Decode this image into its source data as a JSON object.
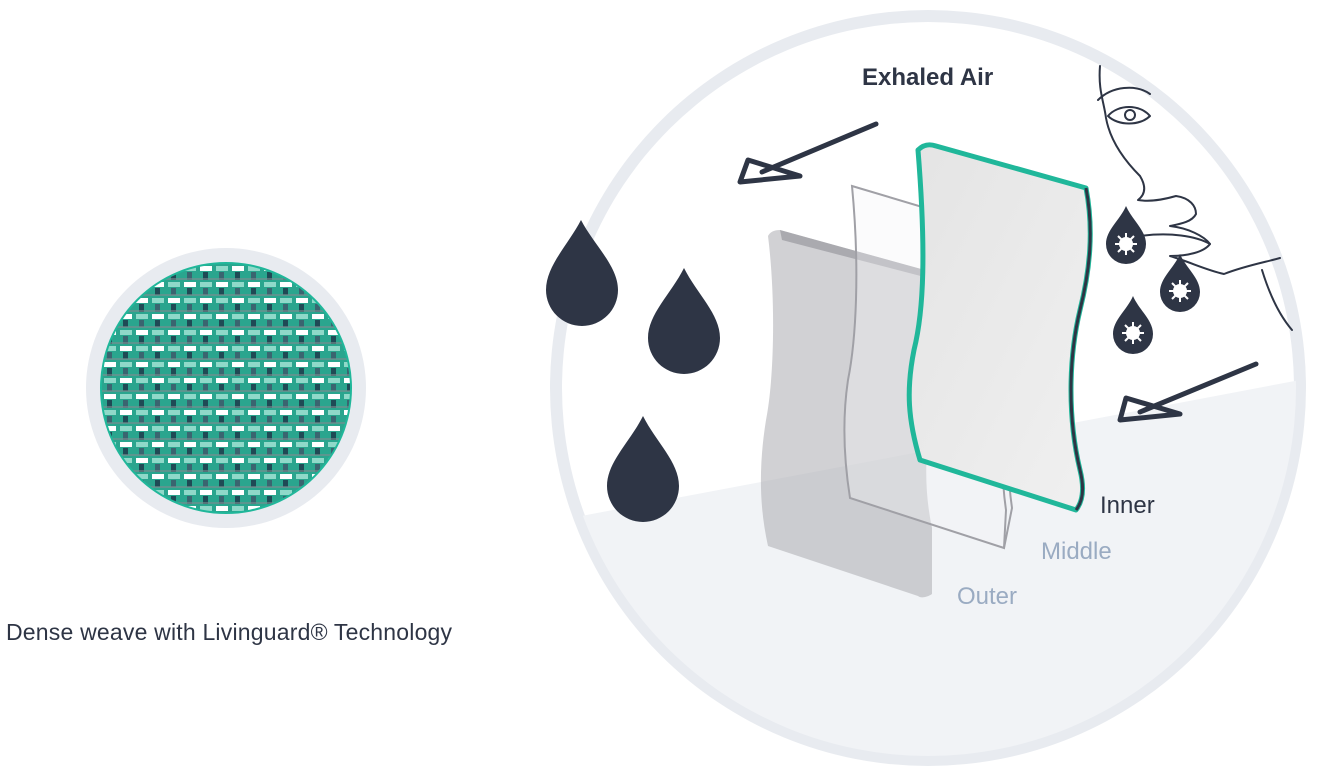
{
  "diagram": {
    "caption": "Dense weave with Livinguard® Technology",
    "flow_label": "Exhaled Air",
    "layers": [
      {
        "id": "inner",
        "label": "Inner"
      },
      {
        "id": "middle",
        "label": "Middle"
      },
      {
        "id": "outer",
        "label": "Outer"
      }
    ]
  },
  "colors": {
    "accent": "#20b79a",
    "dark": "#2e3545",
    "muted_label": "#9aabc2",
    "ring": "#e8ebf0",
    "weave_dark": "#1f4a55",
    "weave_light": "#ffffff"
  },
  "icons": [
    "droplet-icon",
    "virus-droplet-icon",
    "arrow-icon",
    "face-outline"
  ]
}
